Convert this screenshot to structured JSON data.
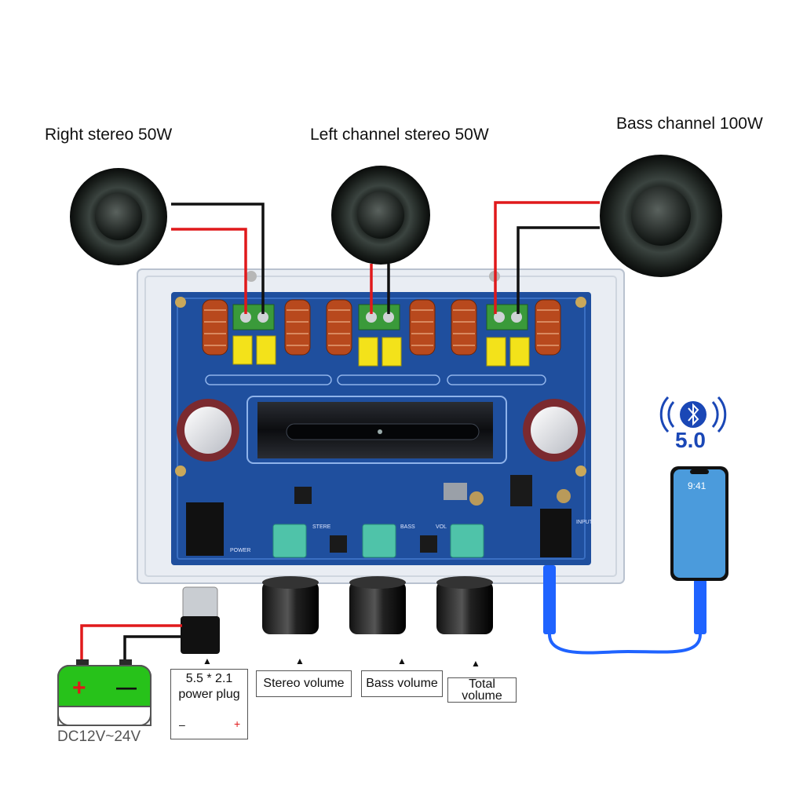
{
  "headings": {
    "right": "Right stereo 50W",
    "left": "Left channel stereo 50W",
    "bass": "Bass channel 100W"
  },
  "bluetooth": {
    "version": "5.0"
  },
  "phone": {
    "time": "9:41"
  },
  "battery": {
    "plus": "+",
    "minus": "—",
    "label": "DC12V~24V"
  },
  "plug": {
    "line1": "5.5 * 2.1",
    "line2": "power plug",
    "minus": "–",
    "plus": "+"
  },
  "knobs": {
    "stereo": "Stereo volume",
    "bass": "Bass volume",
    "total_line1": "Total",
    "total_line2": "volume"
  },
  "board_silk": {
    "power": "POWER",
    "input": "INPUT",
    "stereo": "STERE",
    "bass": "BASS",
    "vol": "VOL"
  },
  "marker": "▲",
  "colors": {
    "wire_red": "#e0191b",
    "wire_black": "#111111",
    "board": "#1f4f9e",
    "battery_green": "#27c21a",
    "usb_blue": "#1f63ff"
  }
}
